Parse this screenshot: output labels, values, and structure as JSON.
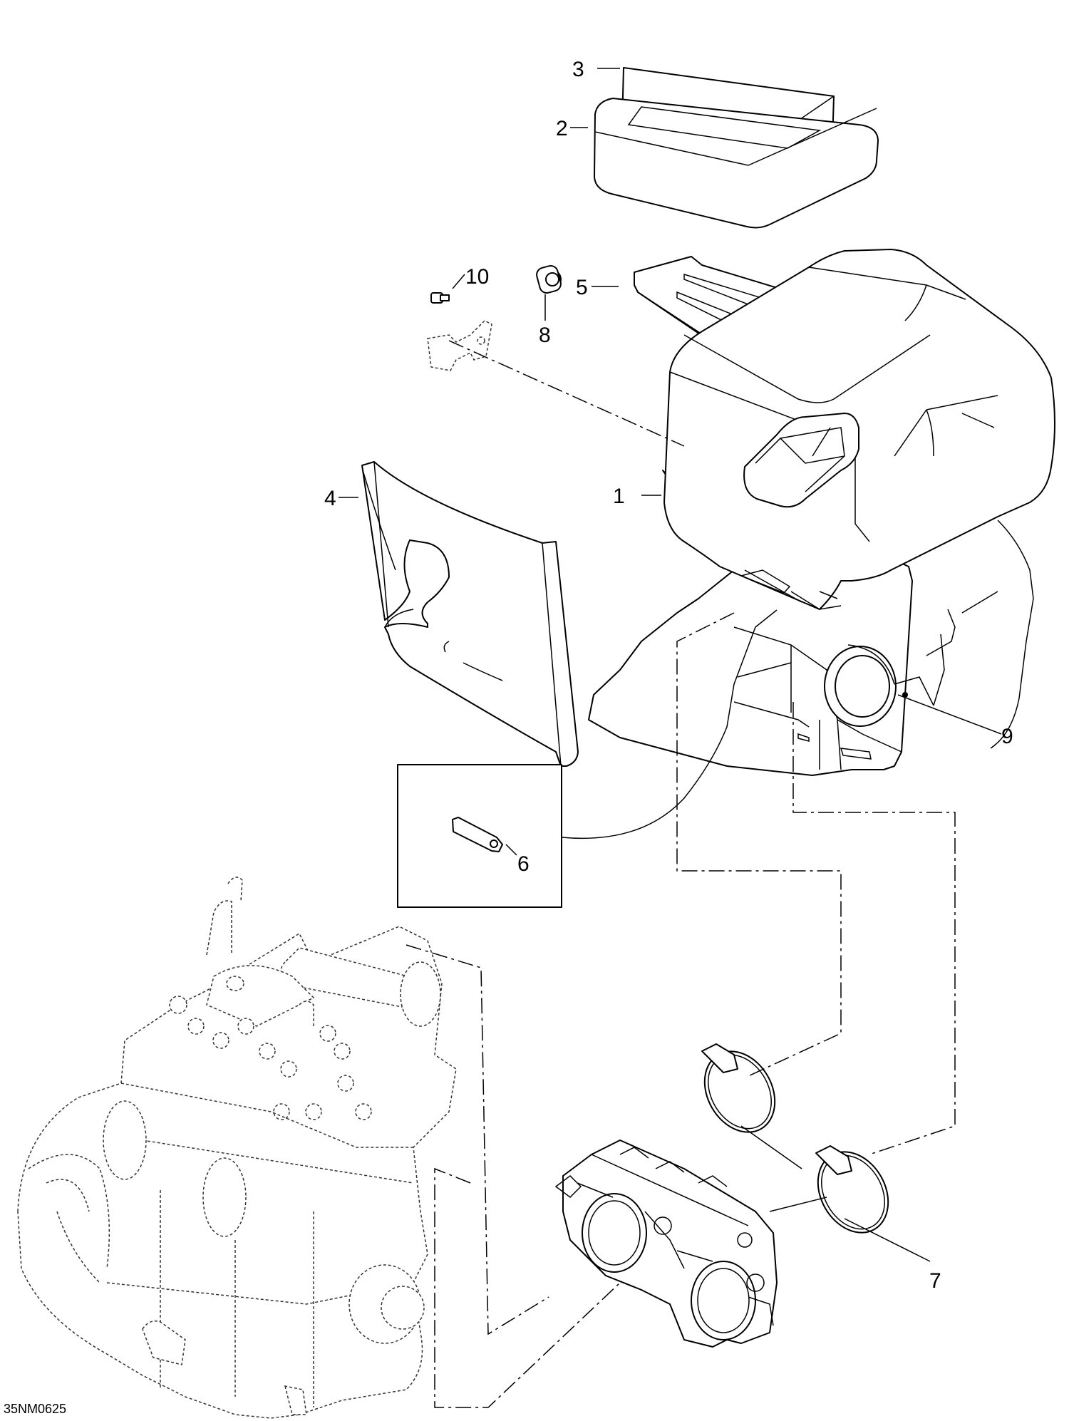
{
  "callouts": {
    "c1": "1",
    "c2": "2",
    "c3": "3",
    "c4": "4",
    "c5": "5",
    "c6": "6",
    "c7": "7",
    "c8": "8",
    "c9": "9",
    "c10": "10"
  },
  "drawing_code": "35NM0625"
}
